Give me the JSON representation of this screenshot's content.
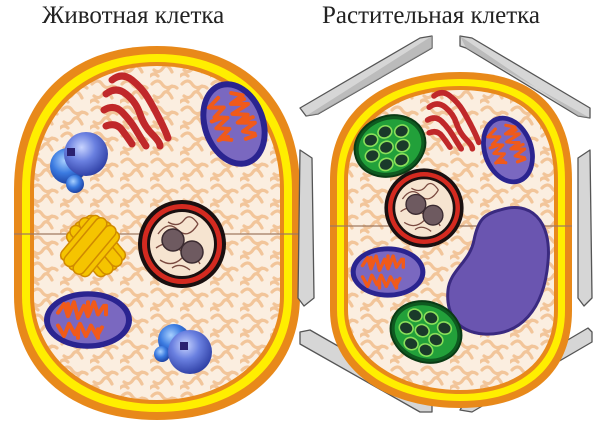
{
  "titles": {
    "animal_cell": "Животная клетка",
    "plant_cell": "Растительная клетка"
  },
  "diagram": {
    "type": "cell-comparison",
    "panels": [
      {
        "name": "animal-cell",
        "organelles": [
          "cell-membrane",
          "cytoplasm",
          "nucleus",
          "nucleolus",
          "mitochondrion",
          "golgi-apparatus",
          "lysosome",
          "centrioles"
        ]
      },
      {
        "name": "plant-cell",
        "organelles": [
          "cell-wall",
          "cell-membrane",
          "cytoplasm",
          "nucleus",
          "nucleolus",
          "mitochondrion",
          "golgi-apparatus",
          "chloroplast",
          "vacuole"
        ]
      }
    ],
    "colors": {
      "membrane_outer": "#e8891a",
      "membrane_inner": "#ffee00",
      "cytoplasm": "#fbeee0",
      "er_pattern": "#f2c59a",
      "golgi": "#c0282a",
      "mitochondrion_outer": "#2a2490",
      "mitochondrion_inner": "#f05a1a",
      "mitochondrion_fill": "#7a68c0",
      "nucleus_ring": "#d42a20",
      "nucleus_fill": "#f6e4d0",
      "nucleolus": "#6e5a60",
      "chloroplast": "#1e8a30",
      "vacuole": "#6a55b0",
      "cell_wall": "#d6d6d6",
      "lysosome": "#5a78d8",
      "centriole": "#f5c400"
    }
  }
}
